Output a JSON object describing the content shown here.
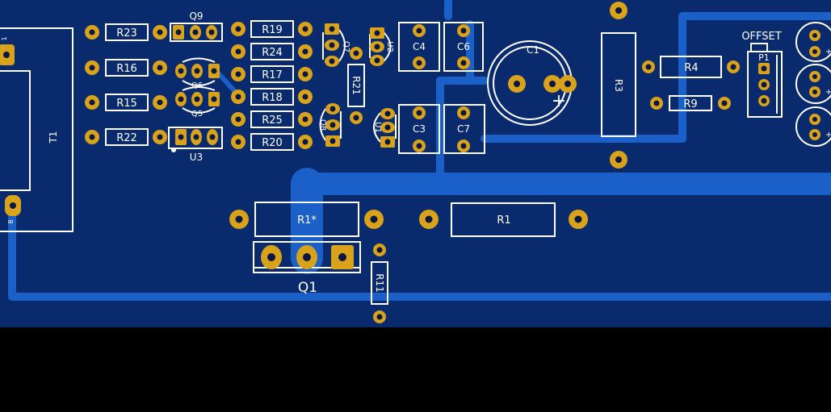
{
  "board": {
    "colors": {
      "background": "#000000",
      "substrate": "#0a2a6e",
      "copper": "#1a60c8",
      "pad": "#d8a31a",
      "silkscreen": "#ffffff"
    },
    "labels": {
      "r23": "R23",
      "r16": "R16",
      "r15": "R15",
      "r22": "R22",
      "q9": "Q9",
      "q6": "Q6",
      "q5": "Q5",
      "u3": "U3",
      "r19": "R19",
      "r24": "R24",
      "r17": "R17",
      "r18": "R18",
      "r25": "R25",
      "r20": "R20",
      "q7": "Q7",
      "q8": "Q8",
      "u2": "U2",
      "u1": "U1",
      "r21": "R21",
      "c4": "C4",
      "c6": "C6",
      "c3": "C3",
      "c7": "C7",
      "c1": "C1",
      "r3": "R3",
      "r4": "R4",
      "r9": "R9",
      "offset": "OFFSET",
      "p1": "P1",
      "t1": "T1",
      "t1_pin1": "1",
      "t1_pin8": "8",
      "r1_star": "R1*",
      "r1": "R1",
      "q1": "Q1",
      "r11": "R11",
      "c1_polarity": "+",
      "right_cap_polarity": "+"
    }
  }
}
